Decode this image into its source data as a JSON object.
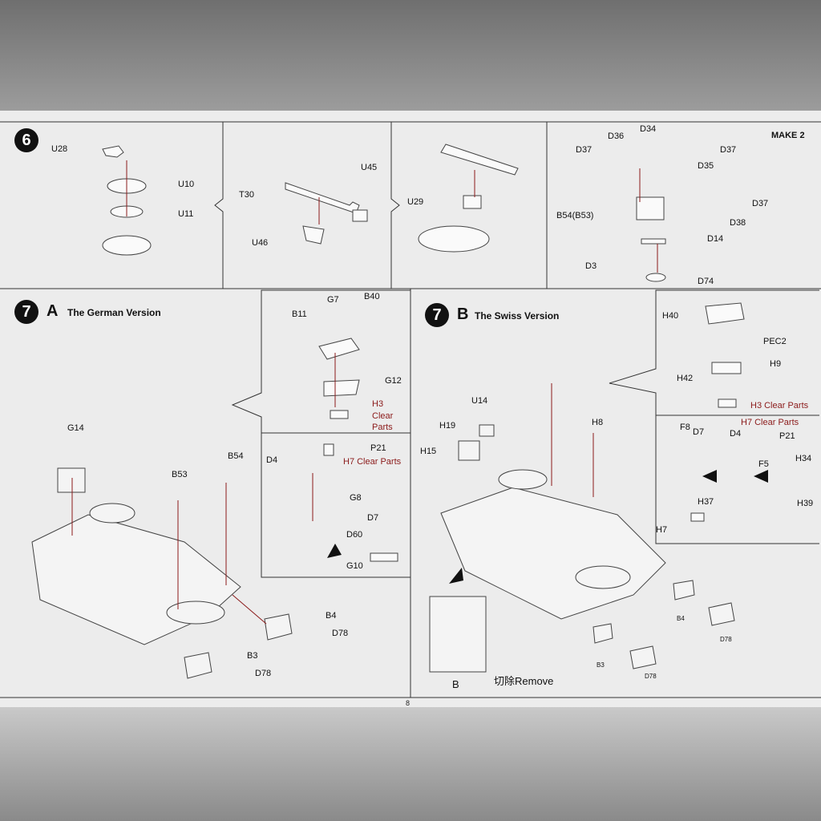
{
  "step6": {
    "number": "6",
    "panel1": {
      "u28": "U28",
      "u10": "U10",
      "u11": "U11"
    },
    "panel2": {
      "t30": "T30",
      "u45": "U45",
      "u46": "U46"
    },
    "panel3": {
      "u29": "U29"
    },
    "panel4": {
      "make": "MAKE 2",
      "d34": "D34",
      "d36": "D36",
      "d37a": "D37",
      "d37b": "D37",
      "d35": "D35",
      "b54": "B54(B53)",
      "d37c": "D37",
      "d38": "D38",
      "d14": "D14",
      "d3": "D3",
      "d74": "D74"
    }
  },
  "step7a": {
    "number": "7",
    "letter": "A",
    "title": "The German Version",
    "main": {
      "g14": "G14",
      "b53": "B53",
      "b54": "B54",
      "b4": "B4",
      "d78a": "D78",
      "b3": "B3",
      "d78b": "D78"
    },
    "inset1": {
      "b11": "B11",
      "g7": "G7",
      "b40": "B40",
      "g12": "G12",
      "h3": "H3",
      "clear": "Clear",
      "parts": "Parts"
    },
    "inset2": {
      "d4": "D4",
      "p21": "P21",
      "h7": "H7 Clear Parts",
      "g8": "G8",
      "d7": "D7",
      "d60": "D60",
      "g10": "G10"
    }
  },
  "step7b": {
    "number": "7",
    "letter": "B",
    "title": "The Swiss Version",
    "main": {
      "u14": "U14",
      "h19": "H19",
      "h15": "H15",
      "h8": "H8",
      "b4": "B4",
      "d78a": "D78",
      "b3": "B3",
      "d78b": "D78",
      "b": "B",
      "remove": "切除Remove"
    },
    "inset1": {
      "h40": "H40",
      "pec2": "PEC2",
      "h9": "H9",
      "h42": "H42",
      "h3": "H3 Clear Parts"
    },
    "inset2": {
      "h7clear": "H7 Clear Parts",
      "f8": "F8",
      "d7": "D7",
      "d4": "D4",
      "p21": "P21",
      "f5": "F5",
      "h34": "H34",
      "h37": "H37",
      "h39": "H39",
      "h7": "H7"
    }
  },
  "page_number": "8"
}
